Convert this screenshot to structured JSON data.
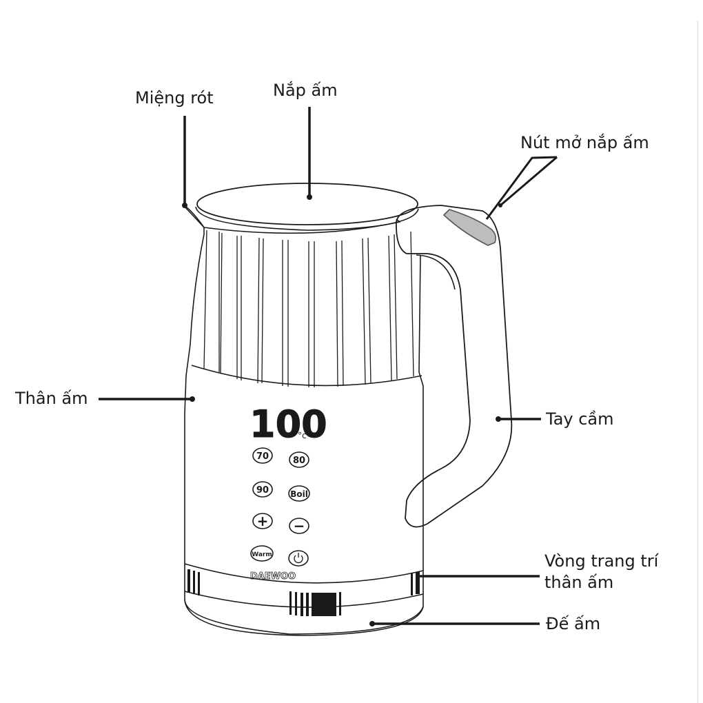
{
  "labels": {
    "spout": "Miệng rót",
    "lid": "Nắp ấm",
    "lid_button": "Nút mở nắp ấm",
    "body": "Thân ấm",
    "handle": "Tay cầm",
    "ring_line1": "Vòng trang trí",
    "ring_line2": "thân ấm",
    "base": "Đế ấm"
  },
  "panel": {
    "display": "100",
    "unit": "°c",
    "buttons": [
      "70",
      "80",
      "90",
      "Boil",
      "+",
      "−",
      "Warm"
    ],
    "brand": "DAEWOO"
  },
  "colors": {
    "line": "#1a1a1a",
    "latch": "#bdbdbd"
  },
  "icons": [
    "power-icon"
  ]
}
